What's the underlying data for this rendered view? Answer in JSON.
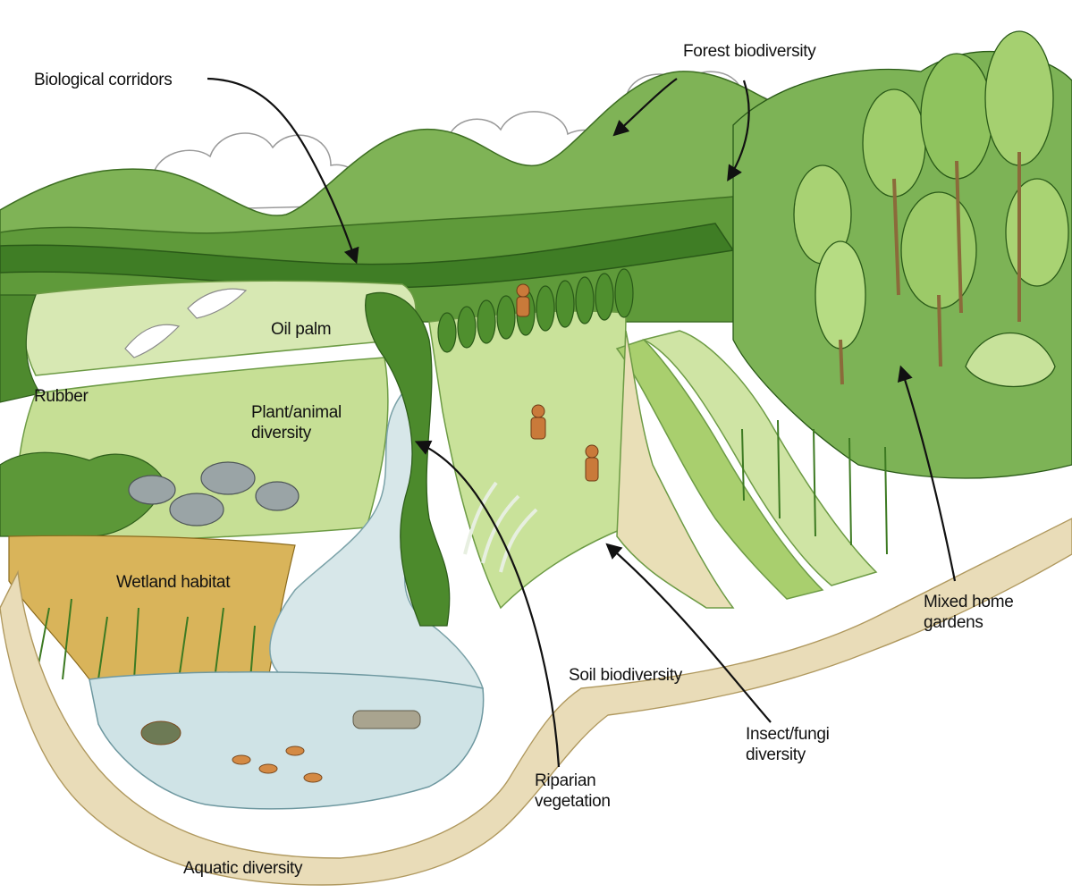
{
  "labels": {
    "forest_biodiversity": "Forest biodiversity",
    "biological_corridors": "Biological corridors",
    "oil_palm": "Oil palm",
    "rubber": "Rubber",
    "plant_animal_diversity": "Plant/animal\ndiversity",
    "wetland_habitat": "Wetland habitat",
    "soil_biodiversity": "Soil biodiversity",
    "insect_fungi_diversity": "Insect/fungi\ndiversity",
    "mixed_home_gardens": "Mixed home\ngardens",
    "riparian_vegetation": "Riparian\nvegetation",
    "aquatic_diversity": "Aquatic diversity"
  },
  "colors": {
    "forest_dark": "#2f6b1f",
    "forest_mid": "#4f8f2e",
    "field_light": "#b9d98a",
    "water": "#cfe3e6",
    "soil": "#e6d6b0"
  }
}
